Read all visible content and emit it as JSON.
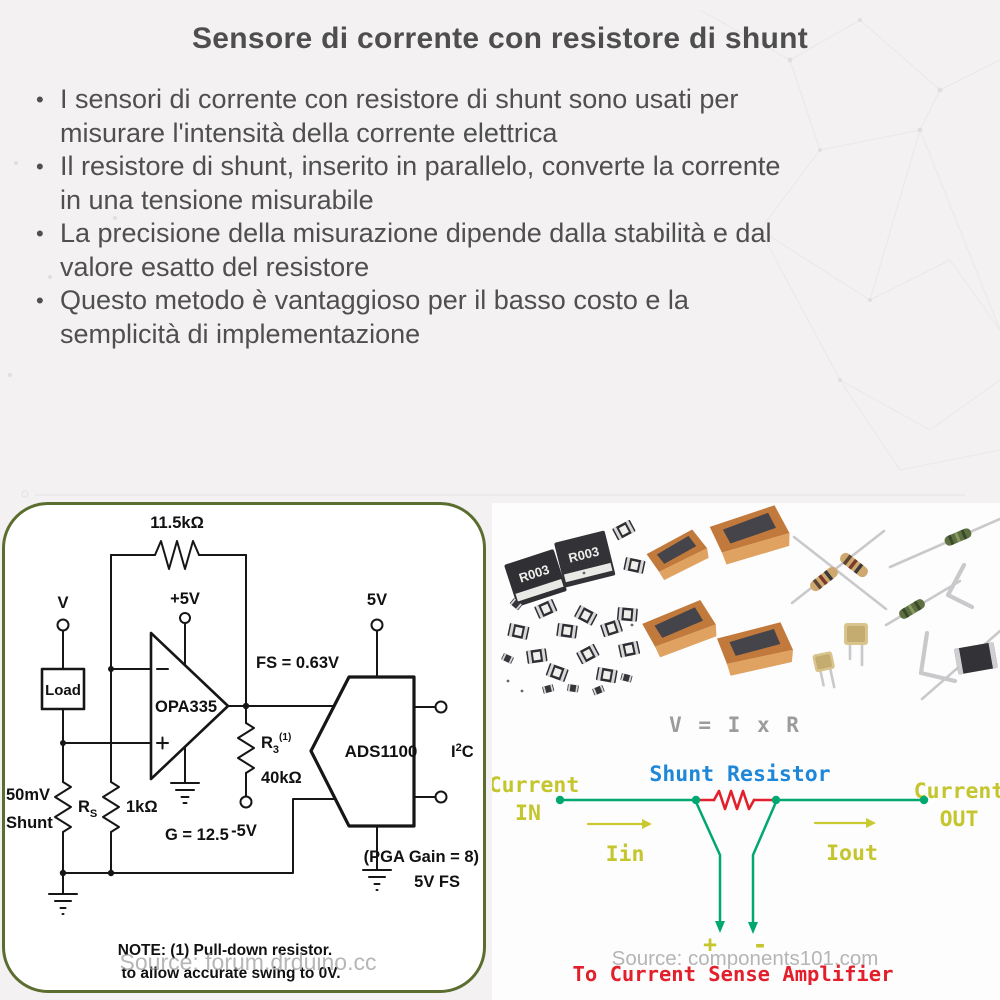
{
  "slide": {
    "title": "Sensore di corrente con resistore di shunt",
    "bullets": [
      {
        "line1": "I sensori di corrente con resistore di shunt sono usati per",
        "line2": "misurare l'intensità della corrente elettrica"
      },
      {
        "line1": "Il resistore di shunt, inserito in parallelo, converte la corrente",
        "line2": "in una tensione misurabile"
      },
      {
        "line1": "La precisione della misurazione dipende dalla stabilità e dal",
        "line2": "valore esatto del resistore"
      },
      {
        "line1": "Questo metodo è vantaggioso per il basso costo e la",
        "line2": "semplicità di implementazione"
      }
    ]
  },
  "circuit": {
    "r_feedback": "11.5kΩ",
    "v_plus5": "+5V",
    "v_label": "V",
    "load": "Load",
    "opamp": "OPA335",
    "fs": "FS = 0.63V",
    "v5": "5V",
    "adc": "ADS1100",
    "i2c": {
      "base": "I",
      "sup": "2",
      "tail": "C"
    },
    "r3": {
      "base": "R",
      "sub": "3",
      "sup": "(1)"
    },
    "r3_value": "40kΩ",
    "v_minus5": "-5V",
    "gain": "G = 12.5",
    "shunt_mv": "50mV",
    "shunt_word": "Shunt",
    "rs": {
      "base": "R",
      "sub": "S"
    },
    "r1k": "1kΩ",
    "pga": "(PGA Gain = 8)",
    "fs5v": "5V FS",
    "note1": "NOTE: (1) Pull-down resistor.",
    "note2": "to allow accurate swing to 0V.",
    "source": "Source: forum.drduino.cc"
  },
  "right": {
    "chip_label": "R003",
    "formula": "V = I x R",
    "shunt_resistor": "Shunt Resistor",
    "current": "Current",
    "in_label": "IN",
    "out_label": "OUT",
    "iin": "Iin",
    "iout": "Iout",
    "plus": "+",
    "minus": "-",
    "amplifier": "To Current Sense Amplifier",
    "source": "Source: components101.com"
  },
  "colors": {
    "accent_green": "#00a76f",
    "schematic_red": "#e2202c",
    "label_blue": "#1e87d8",
    "label_yellow": "#c5c62d",
    "panel_border_olive": "#5b6e2f",
    "body_text": "#4f4f4f"
  }
}
